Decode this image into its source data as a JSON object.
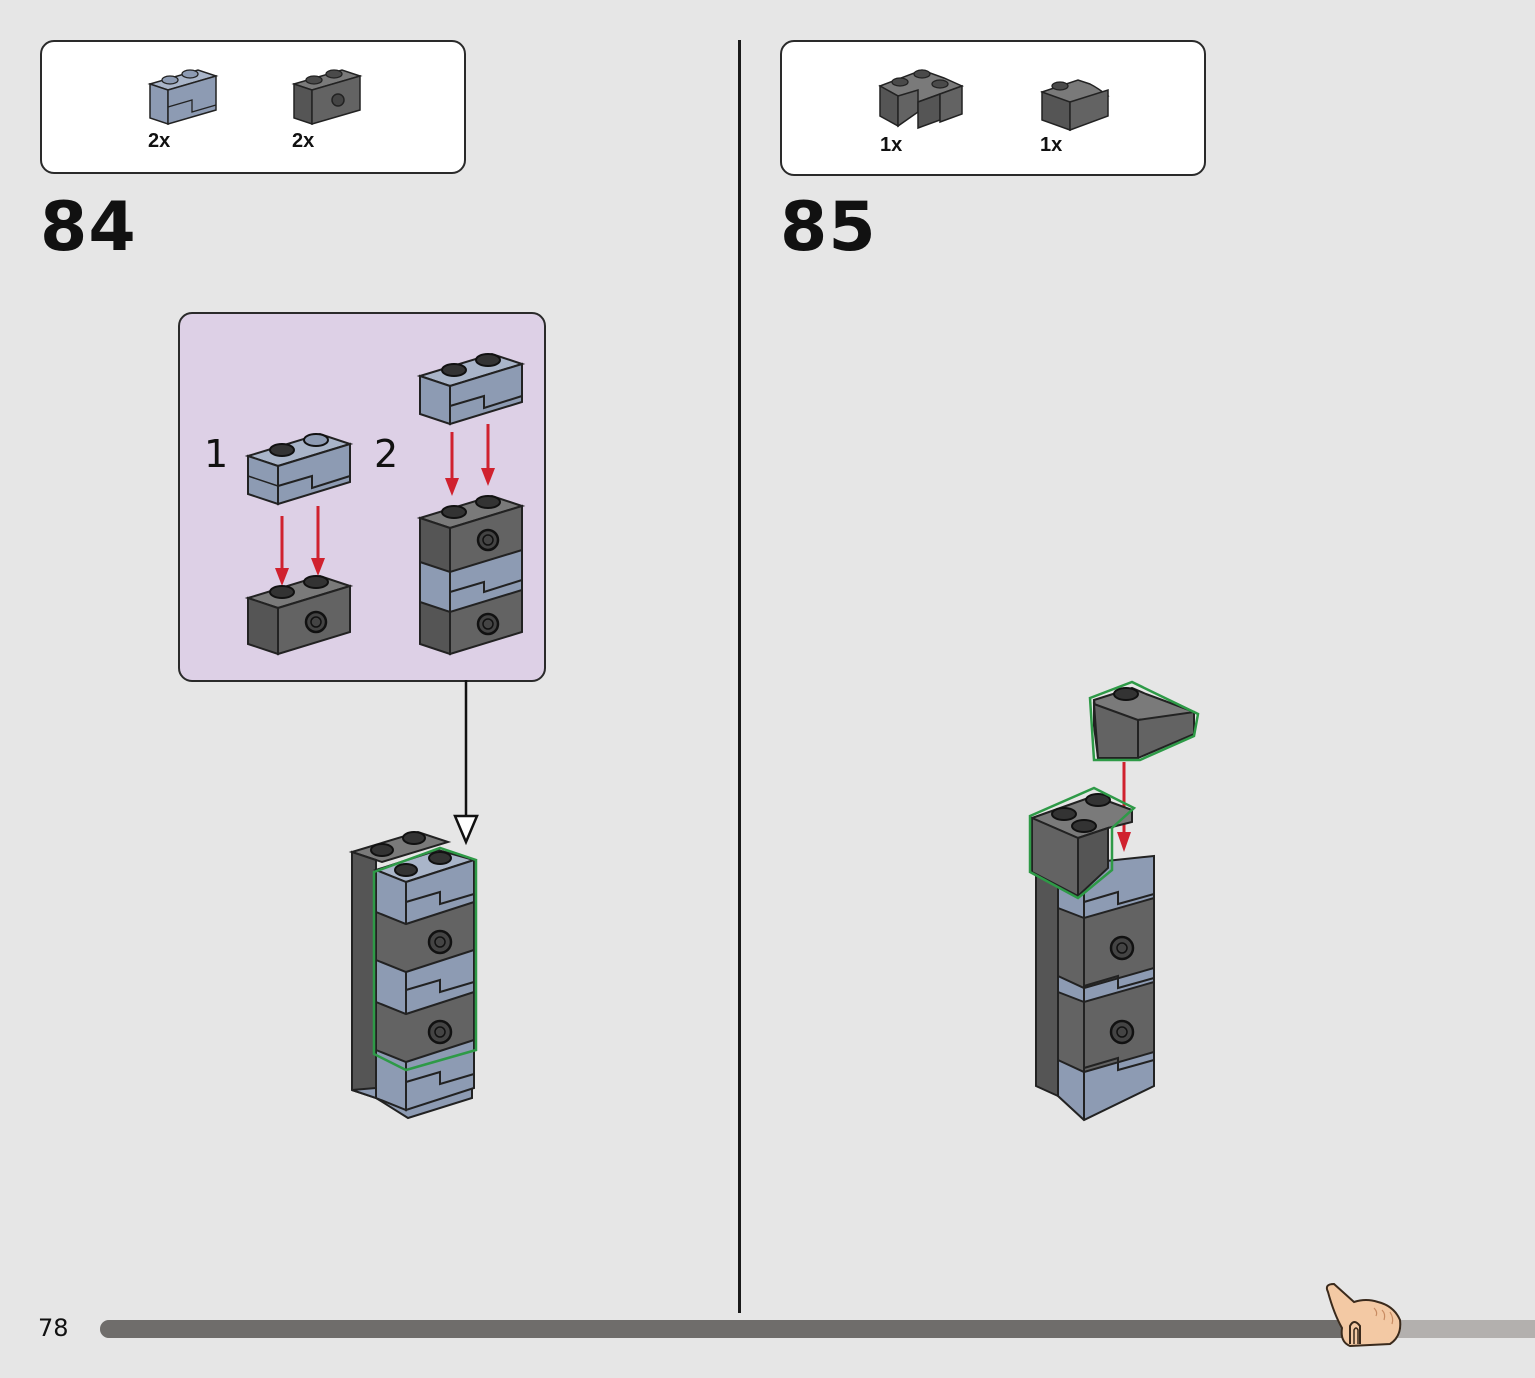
{
  "page": {
    "number": "78"
  },
  "progress": {
    "fraction": 0.88
  },
  "steps": [
    {
      "number": "84",
      "parts": [
        {
          "qty": "2x",
          "icon": "sand-blue-masonry-brick-1x2-icon",
          "color": "#8d9bb3"
        },
        {
          "qty": "2x",
          "icon": "dark-grey-technic-brick-1x2-icon",
          "color": "#636363"
        }
      ],
      "substeps": [
        "1",
        "2"
      ]
    },
    {
      "number": "85",
      "parts": [
        {
          "qty": "1x",
          "icon": "dark-grey-corner-plate-2x2-icon",
          "color": "#636363"
        },
        {
          "qty": "1x",
          "icon": "dark-grey-curved-slope-1x2-icon",
          "color": "#636363"
        }
      ]
    }
  ],
  "colors": {
    "background": "#e6e6e6",
    "subassembly_panel": "#ddd0e6",
    "highlight_outline": "#2e9a47",
    "arrow": "#d0212e",
    "sand_blue": "#8d9bb3",
    "dark_grey": "#636363"
  }
}
